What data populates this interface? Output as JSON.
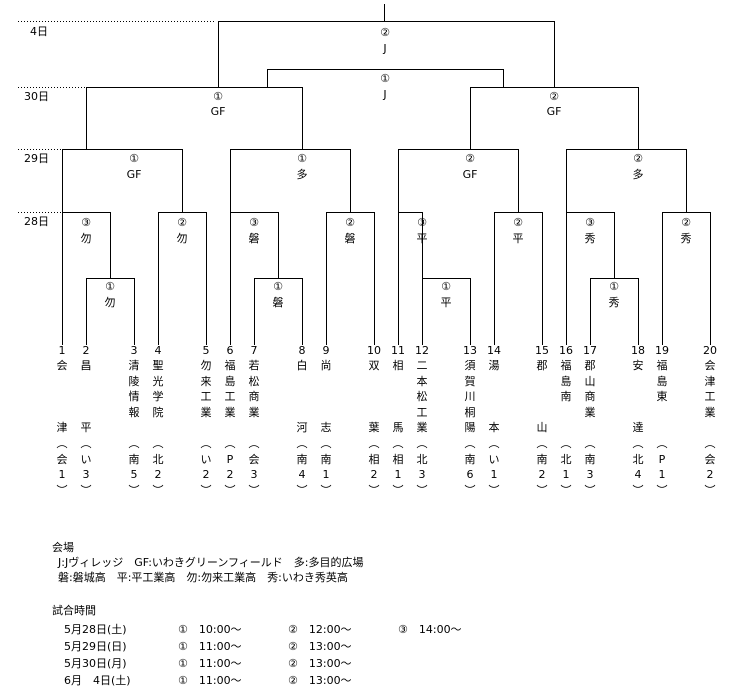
{
  "dates": [
    "4日",
    "30日",
    "29日",
    "28日"
  ],
  "final": {
    "slot": "②",
    "venue": "J"
  },
  "semis": [
    {
      "slot": "①",
      "venue": "GF"
    },
    {
      "slot": "②",
      "venue": "GF"
    }
  ],
  "third_place": {
    "slot": "①",
    "venue": "J"
  },
  "quarters": [
    {
      "slot": "①",
      "venue": "GF"
    },
    {
      "slot": "①",
      "venue": "多"
    },
    {
      "slot": "②",
      "venue": "GF"
    },
    {
      "slot": "②",
      "venue": "多"
    }
  ],
  "round2": [
    {
      "slot": "③",
      "venue": "勿"
    },
    {
      "slot": "②",
      "venue": "勿"
    },
    {
      "slot": "③",
      "venue": "磐"
    },
    {
      "slot": "②",
      "venue": "磐"
    },
    {
      "slot": "③",
      "venue": "平"
    },
    {
      "slot": "②",
      "venue": "平"
    },
    {
      "slot": "③",
      "venue": "秀"
    },
    {
      "slot": "②",
      "venue": "秀"
    }
  ],
  "round1": [
    {
      "slot": "①",
      "venue": "勿"
    },
    {
      "slot": "①",
      "venue": "磐"
    },
    {
      "slot": "①",
      "venue": "平"
    },
    {
      "slot": "①",
      "venue": "秀"
    }
  ],
  "teams": [
    {
      "num": "1",
      "name": "会",
      "school": "津",
      "seed": "会1"
    },
    {
      "num": "2",
      "name": "昌",
      "school": "平",
      "seed": "い3"
    },
    {
      "num": "3",
      "name": "清陵情報",
      "school": "",
      "seed": "南5"
    },
    {
      "num": "4",
      "name": "聖光学院",
      "school": "",
      "seed": "北2"
    },
    {
      "num": "5",
      "name": "勿来工業",
      "school": "",
      "seed": "い2"
    },
    {
      "num": "6",
      "name": "福島工業",
      "school": "",
      "seed": "P2"
    },
    {
      "num": "7",
      "name": "若松商業",
      "school": "",
      "seed": "会3"
    },
    {
      "num": "8",
      "name": "白",
      "school": "河",
      "seed": "南4"
    },
    {
      "num": "9",
      "name": "尚",
      "school": "志",
      "seed": "南1"
    },
    {
      "num": "10",
      "name": "双",
      "school": "葉",
      "seed": "相2"
    },
    {
      "num": "11",
      "name": "相",
      "school": "馬",
      "seed": "相1"
    },
    {
      "num": "12",
      "name": "二本松工業",
      "school": "",
      "seed": "北3"
    },
    {
      "num": "13",
      "name": "須賀川桐陽",
      "school": "",
      "seed": "南6"
    },
    {
      "num": "14",
      "name": "湯",
      "school": "本",
      "seed": "い1"
    },
    {
      "num": "15",
      "name": "郡",
      "school": "山",
      "seed": "南2"
    },
    {
      "num": "16",
      "name": "福島南",
      "school": "",
      "seed": "北1"
    },
    {
      "num": "17",
      "name": "郡山商業",
      "school": "",
      "seed": "南3"
    },
    {
      "num": "18",
      "name": "安",
      "school": "達",
      "seed": "北4"
    },
    {
      "num": "19",
      "name": "福島東",
      "school": "",
      "seed": "P1"
    },
    {
      "num": "20",
      "name": "会津工業",
      "school": "",
      "seed": "会2"
    }
  ],
  "legend": {
    "title": "会場",
    "line1": "J:Jヴィレッジ　GF:いわきグリーンフィールド　多:多目的広場",
    "line2": "磐:磐城高　平:平工業高　勿:勿来工業高　秀:いわき秀英高"
  },
  "schedule": {
    "title": "試合時間",
    "rows": [
      {
        "date": "5月28日(土)",
        "times": [
          "①　10:00～",
          "②　12:00～",
          "③　14:00～"
        ]
      },
      {
        "date": "5月29日(日)",
        "times": [
          "①　11:00～",
          "②　13:00～"
        ]
      },
      {
        "date": "5月30日(月)",
        "times": [
          "①　11:00～",
          "②　13:00～"
        ]
      },
      {
        "date": "6月　4日(土)",
        "times": [
          "①　11:00～",
          "②　13:00～"
        ]
      }
    ]
  }
}
